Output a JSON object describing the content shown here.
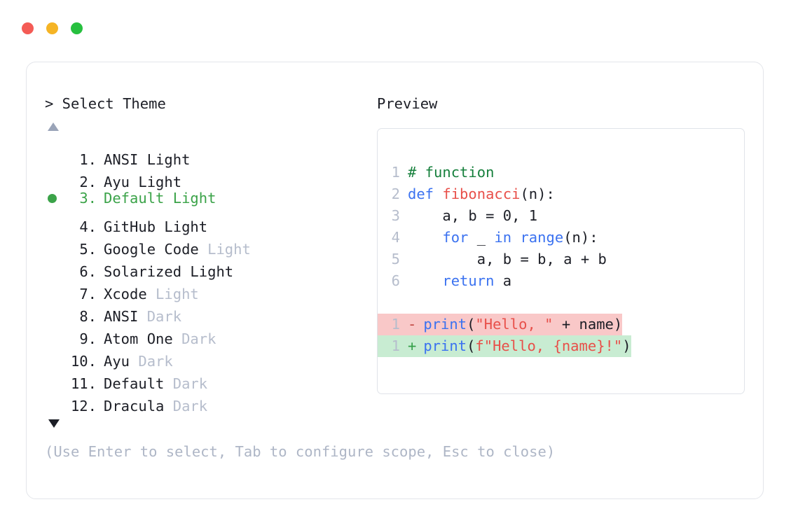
{
  "window": {
    "traffic_lights": [
      {
        "name": "close-button",
        "color": "#f45b55"
      },
      {
        "name": "minimize-button",
        "color": "#f5b425"
      },
      {
        "name": "maximize-button",
        "color": "#27c03f"
      }
    ]
  },
  "selector": {
    "title": "> Select Theme",
    "scroll_up_icon": "triangle-up",
    "scroll_down_icon": "triangle-down",
    "selected_index": 3,
    "selected_color": "#3ba349",
    "muted_color": "#b6bdcc",
    "items": [
      {
        "index": "1.",
        "name": "ANSI",
        "suffix": " Light",
        "suffix_muted": false,
        "selected": false
      },
      {
        "index": "2.",
        "name": "Ayu",
        "suffix": " Light",
        "suffix_muted": false,
        "selected": false
      },
      {
        "index": "3.",
        "name": "Default",
        "suffix": " Light",
        "suffix_muted": false,
        "selected": true
      },
      {
        "index": "4.",
        "name": "GitHub",
        "suffix": " Light",
        "suffix_muted": false,
        "selected": false
      },
      {
        "index": "5.",
        "name": "Google Code",
        "suffix": " Light",
        "suffix_muted": true,
        "selected": false
      },
      {
        "index": "6.",
        "name": "Solarized",
        "suffix": " Light",
        "suffix_muted": false,
        "selected": false
      },
      {
        "index": "7.",
        "name": "Xcode",
        "suffix": " Light",
        "suffix_muted": true,
        "selected": false
      },
      {
        "index": "8.",
        "name": "ANSI",
        "suffix": " Dark",
        "suffix_muted": true,
        "selected": false
      },
      {
        "index": "9.",
        "name": "Atom One",
        "suffix": " Dark",
        "suffix_muted": true,
        "selected": false
      },
      {
        "index": "10.",
        "name": "Ayu",
        "suffix": " Dark",
        "suffix_muted": true,
        "selected": false
      },
      {
        "index": "11.",
        "name": "Default",
        "suffix": " Dark",
        "suffix_muted": true,
        "selected": false
      },
      {
        "index": "12.",
        "name": "Dracula",
        "suffix": " Dark",
        "suffix_muted": true,
        "selected": false
      }
    ],
    "help": "(Use Enter to select, Tab to configure scope, Esc to close)"
  },
  "preview": {
    "title": "Preview",
    "code_lines": [
      {
        "number": "1",
        "tokens": [
          {
            "text": "# function",
            "type": "comment"
          }
        ]
      },
      {
        "number": "2",
        "tokens": [
          {
            "text": "def ",
            "type": "keyword"
          },
          {
            "text": "fibonacci",
            "type": "fn"
          },
          {
            "text": "(n):",
            "type": "plain"
          }
        ]
      },
      {
        "number": "3",
        "tokens": [
          {
            "text": "    a, b = 0, 1",
            "type": "plain"
          }
        ]
      },
      {
        "number": "4",
        "tokens": [
          {
            "text": "    ",
            "type": "plain"
          },
          {
            "text": "for ",
            "type": "keyword"
          },
          {
            "text": "_ ",
            "type": "plain"
          },
          {
            "text": "in ",
            "type": "keyword"
          },
          {
            "text": "range",
            "type": "keyword"
          },
          {
            "text": "(n):",
            "type": "plain"
          }
        ]
      },
      {
        "number": "5",
        "tokens": [
          {
            "text": "        a, b = b, a + b",
            "type": "plain"
          }
        ]
      },
      {
        "number": "6",
        "tokens": [
          {
            "text": "    ",
            "type": "plain"
          },
          {
            "text": "return ",
            "type": "keyword"
          },
          {
            "text": "a",
            "type": "plain"
          }
        ]
      }
    ],
    "diff_lines": [
      {
        "number": "1",
        "marker": "-",
        "kind": "removed",
        "background": "#f9c8c8",
        "tokens": [
          {
            "text": "print",
            "type": "keyword"
          },
          {
            "text": "(",
            "type": "plain"
          },
          {
            "text": "\"Hello, \"",
            "type": "string"
          },
          {
            "text": " + name)",
            "type": "plain"
          }
        ]
      },
      {
        "number": "1",
        "marker": "+",
        "kind": "added",
        "background": "#c8ecd2",
        "tokens": [
          {
            "text": "print",
            "type": "keyword"
          },
          {
            "text": "(",
            "type": "plain"
          },
          {
            "text": "f\"Hello, {name}!\"",
            "type": "string"
          },
          {
            "text": ")",
            "type": "plain"
          }
        ]
      }
    ]
  }
}
